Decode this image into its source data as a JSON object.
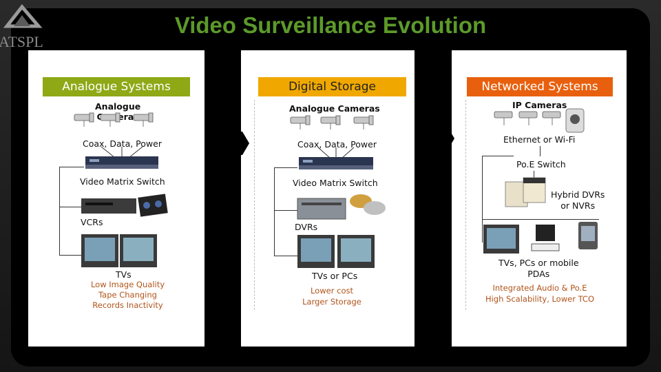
{
  "title": "Video Surveillance Evolution",
  "logo_text": "ATSPL",
  "columns": [
    {
      "header": "Analogue Systems",
      "header_color": "#8ea816",
      "cameras_label": "Analogue\nCameras",
      "cabling_label": "Coax, Data, Power",
      "switch_label": "Video Matrix Switch",
      "recorder_label": "VCRs",
      "display_label": "TVs",
      "notes": [
        "Low Image Quality",
        "Tape Changing",
        "Records Inactivity"
      ]
    },
    {
      "header": "Digital Storage",
      "header_color": "#f0a800",
      "cameras_label": "Analogue Cameras",
      "cabling_label": "Coax, Data, Power",
      "switch_label": "Video Matrix Switch",
      "recorder_label": "DVRs",
      "display_label": "TVs or PCs",
      "notes": [
        "Lower cost",
        "Larger Storage"
      ]
    },
    {
      "header": "Networked Systems",
      "header_color": "#e8600e",
      "cameras_label": "IP Cameras",
      "cabling_label": "Ethernet or Wi-Fi",
      "switch_label": "Po.E Switch",
      "recorder_label": "Hybrid DVRs\nor NVRs",
      "display_label": "TVs, PCs or mobile\nPDAs",
      "notes": [
        "Integrated Audio & Po.E",
        "High Scalability, Lower TCO"
      ]
    }
  ]
}
